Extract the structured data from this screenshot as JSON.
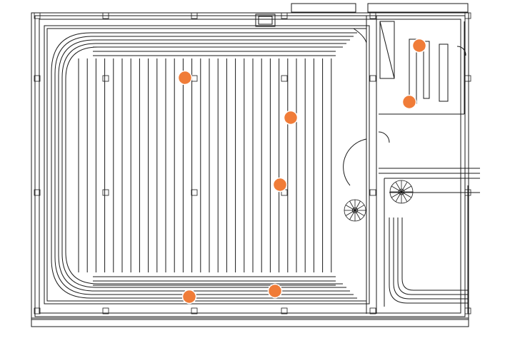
{
  "drawing": {
    "kind": "architectural-floor-plan",
    "line_color": "#1a1a1a",
    "background": "#ffffff"
  },
  "markers": {
    "color": "#f07c38",
    "count": 7
  },
  "elements": {
    "main_hall": "curved-seating-hall",
    "spiral_stairs": 2,
    "side_room": "shelving-room",
    "corridor": "curved-corridor"
  }
}
